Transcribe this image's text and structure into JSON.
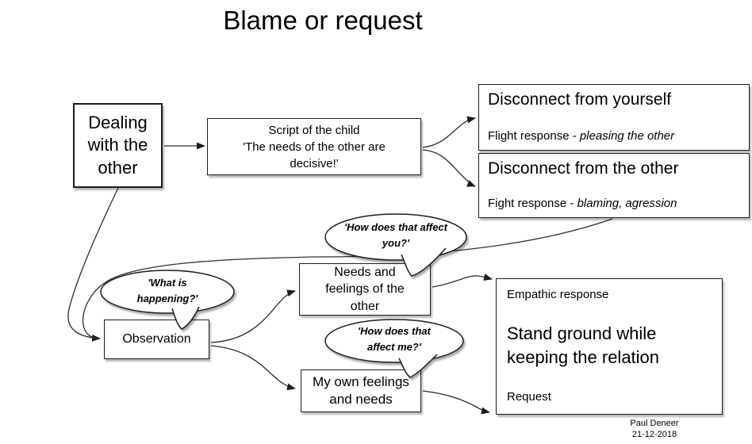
{
  "title": "Blame or request",
  "nodes": {
    "dealing": "Dealing with the other",
    "script": {
      "title": "Script of the child",
      "quote": "'The needs of the other are decisive!'"
    },
    "disconnect_yourself": {
      "heading": "Disconnect from yourself",
      "response_prefix": "Flight response - ",
      "response_detail": "pleasing the other"
    },
    "disconnect_other": {
      "heading": "Disconnect from the other",
      "response_prefix": "Fight response - ",
      "response_detail": "blaming, agression"
    },
    "needs_other": "Needs and feelings of the other",
    "observation": "Observation",
    "own_feelings": "My own feelings and needs",
    "outcome": {
      "empathic": "Empathic response",
      "stand_ground": "Stand ground while keeping the relation",
      "request": "Request"
    }
  },
  "bubbles": {
    "affect_you": "'How does that affect you?'",
    "what_happening": "'What is happening?'",
    "affect_me": "'How does that affect me?'"
  },
  "credit": {
    "author": "Paul Deneer",
    "date": "21-12-2018"
  }
}
